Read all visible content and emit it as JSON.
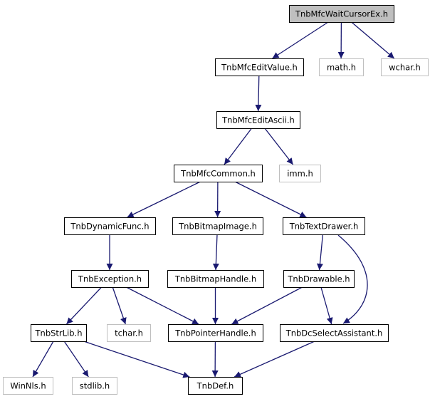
{
  "graph": {
    "nodes": [
      {
        "id": "wait",
        "label": "TnbMfcWaitCursorEx.h",
        "kind": "root"
      },
      {
        "id": "editvalue",
        "label": "TnbMfcEditValue.h",
        "kind": "file"
      },
      {
        "id": "math",
        "label": "math.h",
        "kind": "system"
      },
      {
        "id": "wchar",
        "label": "wchar.h",
        "kind": "system"
      },
      {
        "id": "editascii",
        "label": "TnbMfcEditAscii.h",
        "kind": "file"
      },
      {
        "id": "common",
        "label": "TnbMfcCommon.h",
        "kind": "file"
      },
      {
        "id": "imm",
        "label": "imm.h",
        "kind": "system"
      },
      {
        "id": "dynfunc",
        "label": "TnbDynamicFunc.h",
        "kind": "file"
      },
      {
        "id": "bmpimage",
        "label": "TnbBitmapImage.h",
        "kind": "file"
      },
      {
        "id": "textdrawer",
        "label": "TnbTextDrawer.h",
        "kind": "file"
      },
      {
        "id": "exception",
        "label": "TnbException.h",
        "kind": "file"
      },
      {
        "id": "bmphandle",
        "label": "TnbBitmapHandle.h",
        "kind": "file"
      },
      {
        "id": "drawable",
        "label": "TnbDrawable.h",
        "kind": "file"
      },
      {
        "id": "strlib",
        "label": "TnbStrLib.h",
        "kind": "file"
      },
      {
        "id": "tchar",
        "label": "tchar.h",
        "kind": "system"
      },
      {
        "id": "ptrhandle",
        "label": "TnbPointerHandle.h",
        "kind": "file"
      },
      {
        "id": "dcselect",
        "label": "TnbDcSelectAssistant.h",
        "kind": "file"
      },
      {
        "id": "winnls",
        "label": "WinNls.h",
        "kind": "system"
      },
      {
        "id": "stdlib",
        "label": "stdlib.h",
        "kind": "system"
      },
      {
        "id": "def",
        "label": "TnbDef.h",
        "kind": "file"
      }
    ],
    "edges": [
      {
        "from": "wait",
        "to": "editvalue"
      },
      {
        "from": "wait",
        "to": "math"
      },
      {
        "from": "wait",
        "to": "wchar"
      },
      {
        "from": "editvalue",
        "to": "editascii"
      },
      {
        "from": "editascii",
        "to": "common"
      },
      {
        "from": "editascii",
        "to": "imm"
      },
      {
        "from": "common",
        "to": "dynfunc"
      },
      {
        "from": "common",
        "to": "bmpimage"
      },
      {
        "from": "common",
        "to": "textdrawer"
      },
      {
        "from": "dynfunc",
        "to": "exception"
      },
      {
        "from": "bmpimage",
        "to": "bmphandle"
      },
      {
        "from": "textdrawer",
        "to": "drawable"
      },
      {
        "from": "textdrawer",
        "to": "dcselect"
      },
      {
        "from": "exception",
        "to": "strlib"
      },
      {
        "from": "exception",
        "to": "tchar"
      },
      {
        "from": "exception",
        "to": "ptrhandle"
      },
      {
        "from": "bmphandle",
        "to": "ptrhandle"
      },
      {
        "from": "drawable",
        "to": "ptrhandle"
      },
      {
        "from": "drawable",
        "to": "dcselect"
      },
      {
        "from": "strlib",
        "to": "winnls"
      },
      {
        "from": "strlib",
        "to": "stdlib"
      },
      {
        "from": "strlib",
        "to": "def"
      },
      {
        "from": "ptrhandle",
        "to": "def"
      },
      {
        "from": "dcselect",
        "to": "def"
      }
    ]
  },
  "colors": {
    "edge": "#191970",
    "file_border": "#000000",
    "system_border": "#bfbfbf",
    "root_fill": "#bfbfbf",
    "file_text": "#000000",
    "system_text": "#000000"
  }
}
